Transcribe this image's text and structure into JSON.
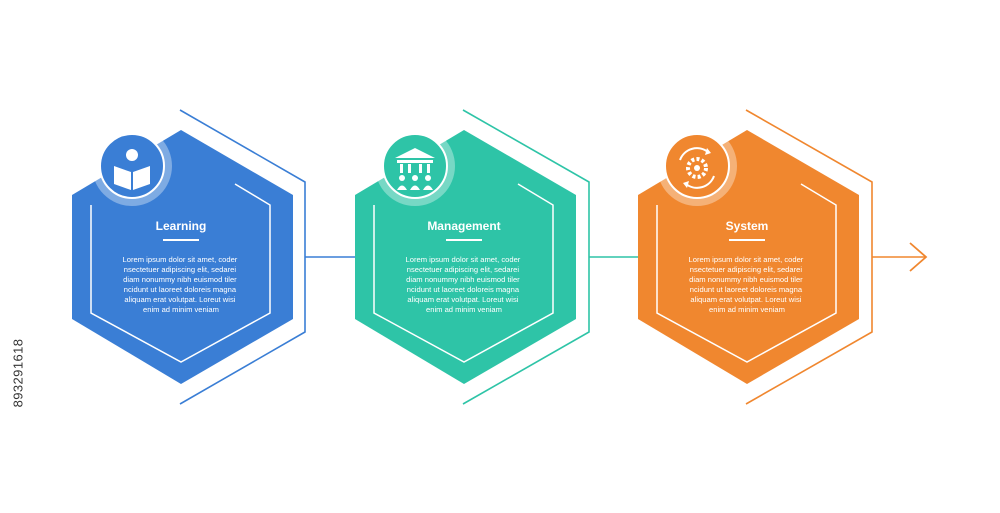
{
  "steps": [
    {
      "title": "Learning",
      "color": "#3a7ed5",
      "icon": "open-book-reader-icon",
      "body_lines": [
        "Lorem ipsum dolor sit amet, coder",
        "nsectetuer adipiscing elit, sedarei",
        "diam nonummy nibh euismod tiler",
        "ncidunt ut laoreet doloreis magna",
        "aliquam erat volutpat. Loreut wisi",
        "enim ad minim veniam"
      ]
    },
    {
      "title": "Management",
      "color": "#2ec4a7",
      "icon": "institution-team-icon",
      "body_lines": [
        "Lorem ipsum dolor sit amet, coder",
        "nsectetuer adipiscing elit, sedarei",
        "diam nonummy nibh euismod tiler",
        "ncidunt ut laoreet doloreis magna",
        "aliquam erat volutpat. Loreut wisi",
        "enim ad minim veniam"
      ]
    },
    {
      "title": "System",
      "color": "#f0872f",
      "icon": "gear-cycle-icon",
      "body_lines": [
        "Lorem ipsum dolor sit amet, coder",
        "nsectetuer adipiscing elit, sedarei",
        "diam nonummy nibh euismod tiler",
        "ncidunt ut laoreet doloreis magna",
        "aliquam erat volutpat. Loreut wisi",
        "enim ad minim veniam"
      ]
    }
  ],
  "stock_id": "893291618"
}
